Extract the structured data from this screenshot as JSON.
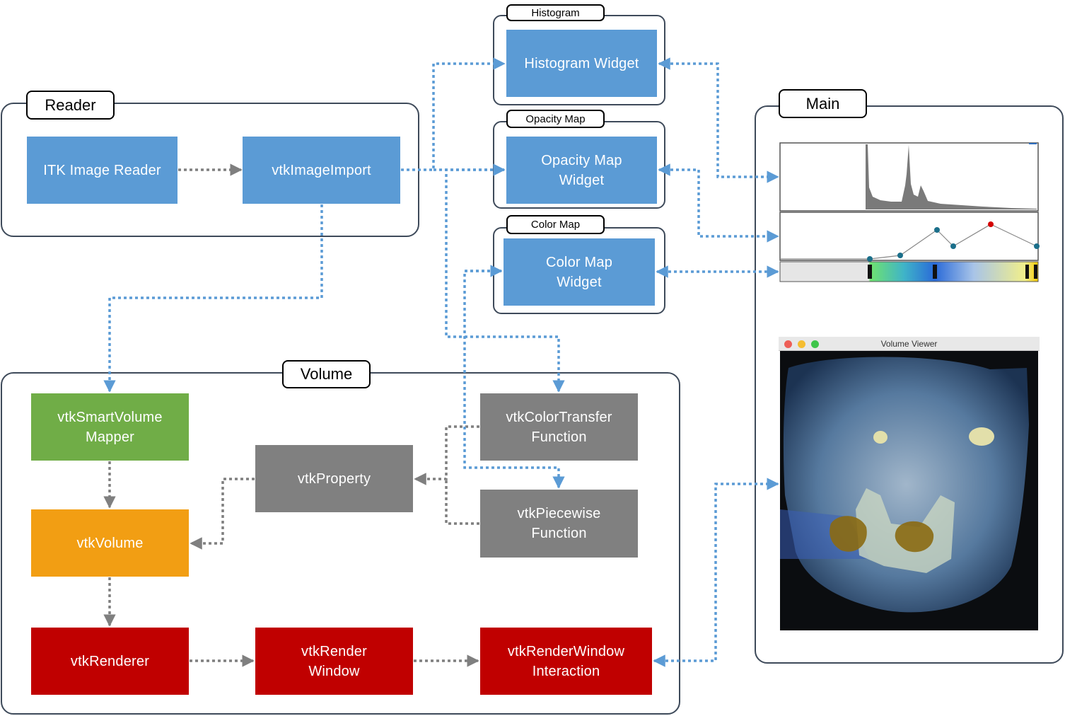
{
  "groups": {
    "reader": "Reader",
    "volume": "Volume",
    "main": "Main",
    "histogram": "Histogram",
    "opacity_map": "Opacity Map",
    "color_map": "Color Map"
  },
  "nodes": {
    "itk_image_reader": "ITK Image Reader",
    "vtk_image_import": "vtkImageImport",
    "histogram_widget": "Histogram Widget",
    "opacity_map_widget": "Opacity Map\nWidget",
    "color_map_widget": "Color Map\nWidget",
    "vtk_smart_volume_mapper": "vtkSmartVolume\nMapper",
    "vtk_volume": "vtkVolume",
    "vtk_property": "vtkProperty",
    "vtk_color_transfer_function": "vtkColorTransfer\nFunction",
    "vtk_piecewise_function": "vtkPiecewise\nFunction",
    "vtk_renderer": "vtkRenderer",
    "vtk_render_window": "vtkRender\nWindow",
    "vtk_render_window_interaction": "vtkRenderWindow\nInteraction"
  },
  "viewer": {
    "title": "Volume Viewer"
  },
  "colors": {
    "blue_node": "#5b9bd5",
    "green_node": "#70ad47",
    "orange_node": "#f29e13",
    "gray_node": "#808080",
    "red_node": "#c00000",
    "blue_arrow": "#5b9bd5",
    "gray_arrow": "#7f7f7f"
  }
}
